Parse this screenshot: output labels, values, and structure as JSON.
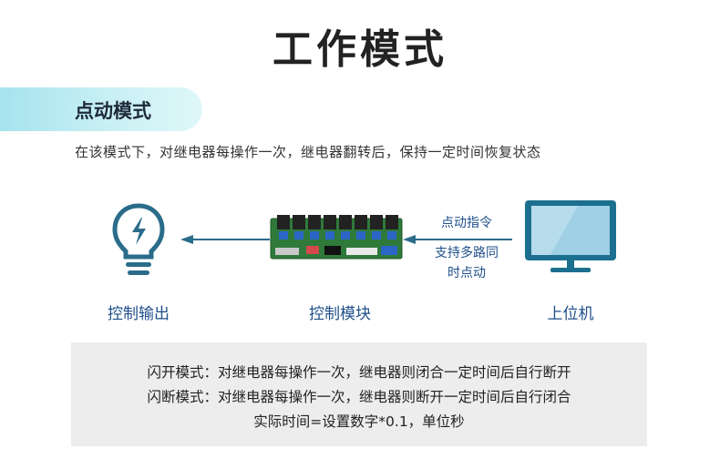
{
  "title": "工作模式",
  "section": {
    "tab_label": "点动模式",
    "description": "在该模式下，对继电器每操作一次，继电器翻转后，保持一定时间恢复状态"
  },
  "diagram": {
    "nodes": [
      {
        "label": "控制输出",
        "icon": "lightbulb-icon"
      },
      {
        "label": "控制模块",
        "icon": "relay-board-icon"
      },
      {
        "label": "上位机",
        "icon": "monitor-icon"
      }
    ],
    "arrow_label_top": "点动指令",
    "arrow_label_bottom_1": "支持多路同",
    "arrow_label_bottom_2": "时点动",
    "colors": {
      "accent": "#1f4f8a",
      "arrow": "#2a6c8a",
      "board": "#2f7a3a"
    }
  },
  "info": {
    "line1": "闪开模式：对继电器每操作一次，继电器则闭合一定时间后自行断开",
    "line2": "闪断模式：对继电器每操作一次，继电器则断开一定时间后自行闭合",
    "line3": "实际时间=设置数字*0.1，单位秒"
  }
}
